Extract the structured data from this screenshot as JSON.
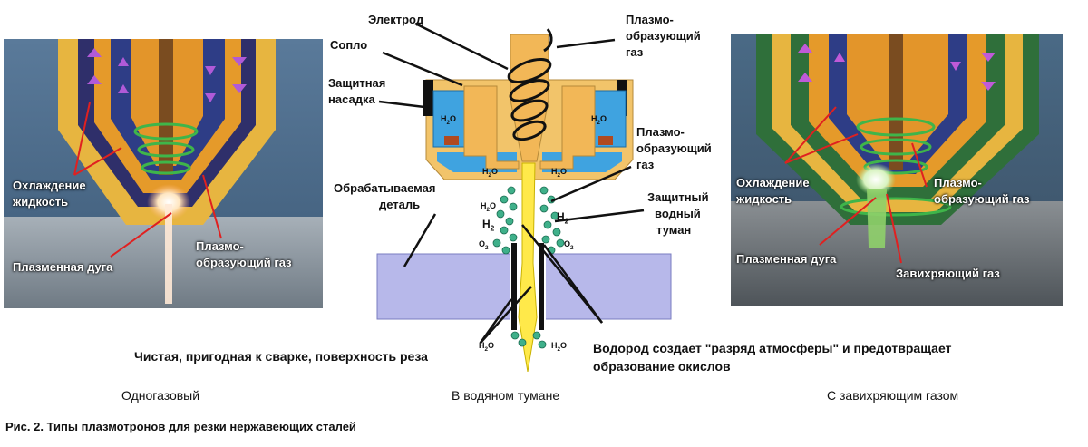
{
  "left_panel": {
    "labels": {
      "coolant_1": "Охлаждение",
      "coolant_2": "жидкость",
      "arc": "Плазменная дуга",
      "gas_1": "Плазмо-",
      "gas_2": "образующий газ"
    },
    "caption": "Одногазовый"
  },
  "center_panel": {
    "labels": {
      "electrode": "Электрод",
      "nozzle": "Сопло",
      "shield_1": "Защитная",
      "shield_2": "насадка",
      "gas_top_1": "Плазмо-",
      "gas_top_2": "образующий",
      "gas_top_3": "газ",
      "gas_mid_1": "Плазмо-",
      "gas_mid_2": "образующий",
      "gas_mid_3": "газ",
      "workpiece_1": "Обрабатываемая",
      "workpiece_2": "деталь",
      "fog_1": "Защитный",
      "fog_2": "водный",
      "fog_3": "туман",
      "surface": "Чистая, пригодная к сварке, поверхность реза",
      "hydrogen_1": "Водород создает \"разряд атмосферы\" и предотвращает",
      "hydrogen_2": "образование окислов"
    },
    "chem": {
      "h2o": "H2O",
      "h2": "H2",
      "o2": "O2"
    },
    "caption": "В водяном тумане"
  },
  "right_panel": {
    "labels": {
      "coolant_1": "Охлаждение",
      "coolant_2": "жидкость",
      "gas_1": "Плазмо-",
      "gas_2": "образующий газ",
      "arc": "Плазменная дуга",
      "swirl": "Завихряющий газ"
    },
    "caption": "С завихряющим газом"
  },
  "figure_caption": "Рис. 2. Типы плазмотронов для резки нержавеющих сталей"
}
